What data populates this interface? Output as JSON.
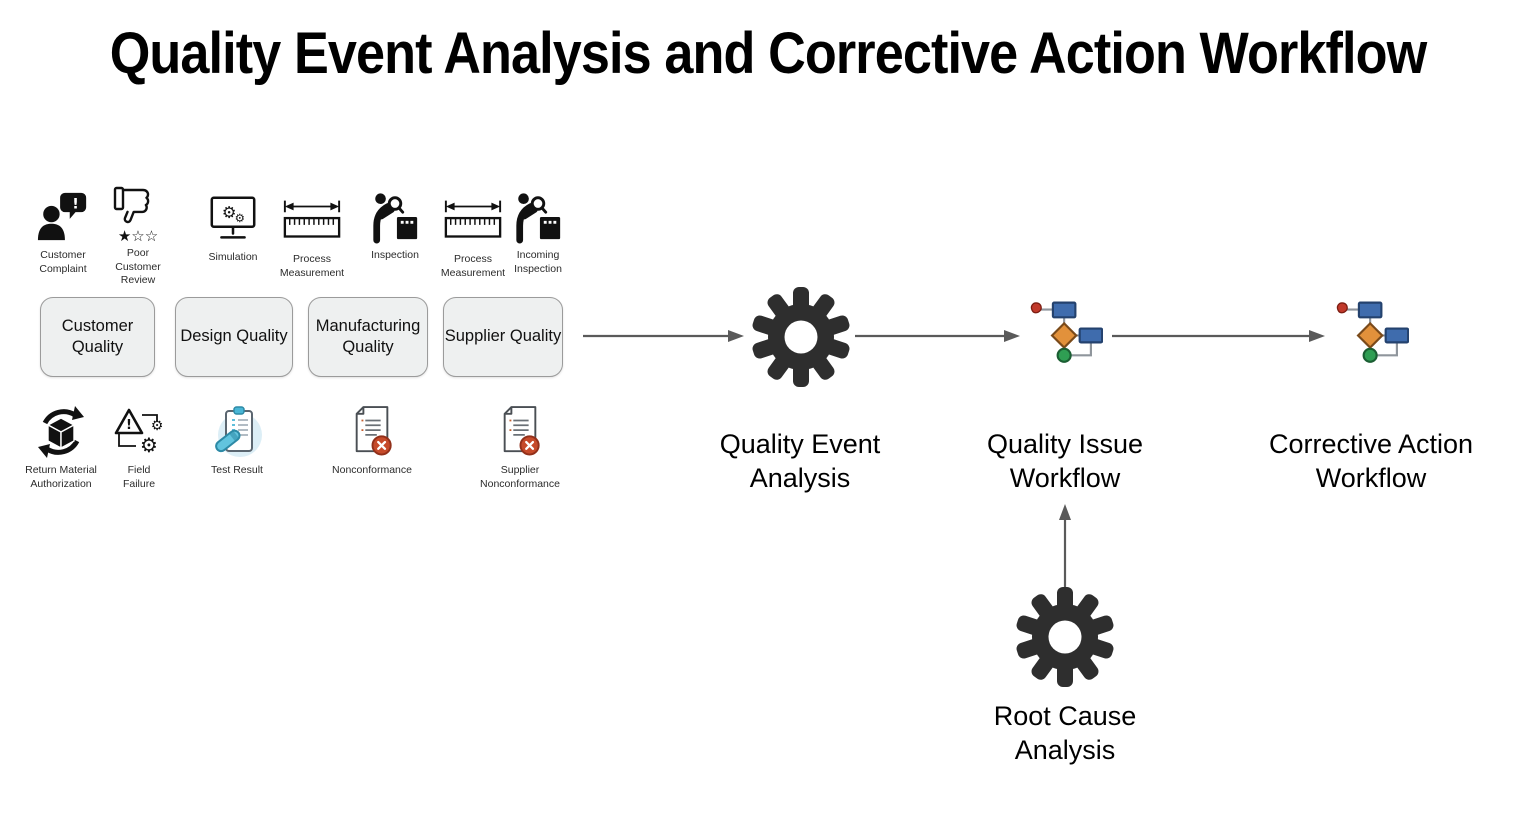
{
  "title": "Quality Event Analysis and Corrective Action Workflow",
  "sources": {
    "top_icons": [
      {
        "label": "Customer Complaint",
        "icon": "customer-complaint-icon"
      },
      {
        "label": "Poor Customer Review",
        "icon": "poor-review-icon"
      },
      {
        "label": "Simulation",
        "icon": "simulation-icon"
      },
      {
        "label": "Process Measurement",
        "icon": "process-measurement-icon"
      },
      {
        "label": "Inspection",
        "icon": "inspection-icon"
      },
      {
        "label": "Process Measurement",
        "icon": "process-measurement-icon"
      },
      {
        "label": "Incoming Inspection",
        "icon": "incoming-inspection-icon"
      }
    ],
    "quality_categories": [
      "Customer Quality",
      "Design Quality",
      "Manufacturing Quality",
      "Supplier Quality"
    ],
    "bottom_icons": [
      {
        "label": "Return Material Authorization",
        "icon": "return-material-icon"
      },
      {
        "label": "Field Failure",
        "icon": "field-failure-icon"
      },
      {
        "label": "Test Result",
        "icon": "test-result-icon"
      },
      {
        "label": "Nonconformance",
        "icon": "nonconformance-icon"
      },
      {
        "label": "Supplier Nonconformance",
        "icon": "supplier-nonconformance-icon"
      }
    ]
  },
  "flow": {
    "main_nodes": [
      {
        "id": "quality-event-analysis",
        "label": "Quality Event Analysis",
        "icon": "gear-icon"
      },
      {
        "id": "quality-issue-workflow",
        "label": "Quality Issue Workflow",
        "icon": "workflow-icon"
      },
      {
        "id": "corrective-action-workflow",
        "label": "Corrective Action Workflow",
        "icon": "workflow-icon"
      }
    ],
    "support_node": {
      "id": "root-cause-analysis",
      "label": "Root Cause Analysis",
      "icon": "gear-icon"
    },
    "connections": [
      "quality-sources -> quality-event-analysis",
      "quality-event-analysis -> quality-issue-workflow",
      "quality-issue-workflow -> corrective-action-workflow",
      "root-cause-analysis -> quality-issue-workflow"
    ]
  },
  "colors": {
    "gear": "#2e2e2e",
    "arrow": "#5a5a5a",
    "box_fill": "#eef0f0",
    "box_border": "#9b9b9b",
    "workflow_blue": "#3f6cad",
    "workflow_orange": "#e2913b",
    "workflow_green": "#2f9e53",
    "workflow_red": "#c1392b",
    "error_badge": "#c64a2a",
    "test_result_teal": "#49b6d6"
  }
}
